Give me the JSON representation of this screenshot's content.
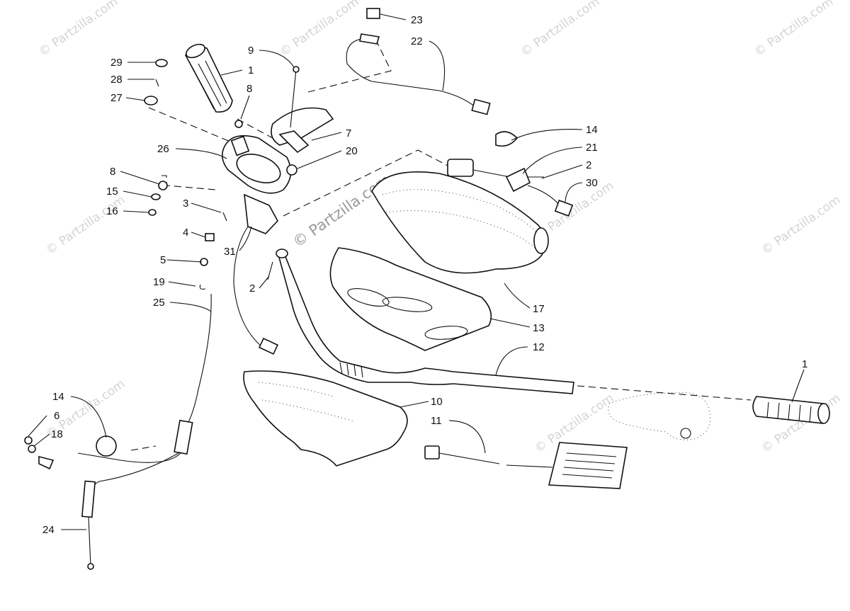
{
  "watermark": {
    "text": "© Partzilla.com",
    "center_text": "© Partzilla.com"
  },
  "callouts": [
    {
      "id": "c29",
      "label": "29"
    },
    {
      "id": "c28",
      "label": "28"
    },
    {
      "id": "c27",
      "label": "27"
    },
    {
      "id": "c1a",
      "label": "1"
    },
    {
      "id": "c9",
      "label": "9"
    },
    {
      "id": "c8a",
      "label": "8"
    },
    {
      "id": "c23",
      "label": "23"
    },
    {
      "id": "c22",
      "label": "22"
    },
    {
      "id": "c7",
      "label": "7"
    },
    {
      "id": "c26",
      "label": "26"
    },
    {
      "id": "c20",
      "label": "20"
    },
    {
      "id": "c14a",
      "label": "14"
    },
    {
      "id": "c21",
      "label": "21"
    },
    {
      "id": "c2a",
      "label": "2"
    },
    {
      "id": "c30",
      "label": "30"
    },
    {
      "id": "c8b",
      "label": "8"
    },
    {
      "id": "c15",
      "label": "15"
    },
    {
      "id": "c16",
      "label": "16"
    },
    {
      "id": "c3",
      "label": "3"
    },
    {
      "id": "c4",
      "label": "4"
    },
    {
      "id": "c31",
      "label": "31"
    },
    {
      "id": "c5",
      "label": "5"
    },
    {
      "id": "c2b",
      "label": "2"
    },
    {
      "id": "c19",
      "label": "19"
    },
    {
      "id": "c25",
      "label": "25"
    },
    {
      "id": "c17",
      "label": "17"
    },
    {
      "id": "c13",
      "label": "13"
    },
    {
      "id": "c12",
      "label": "12"
    },
    {
      "id": "c1b",
      "label": "1"
    },
    {
      "id": "c10",
      "label": "10"
    },
    {
      "id": "c11",
      "label": "11"
    },
    {
      "id": "c14b",
      "label": "14"
    },
    {
      "id": "c6",
      "label": "6"
    },
    {
      "id": "c18",
      "label": "18"
    },
    {
      "id": "c24",
      "label": "24"
    }
  ]
}
